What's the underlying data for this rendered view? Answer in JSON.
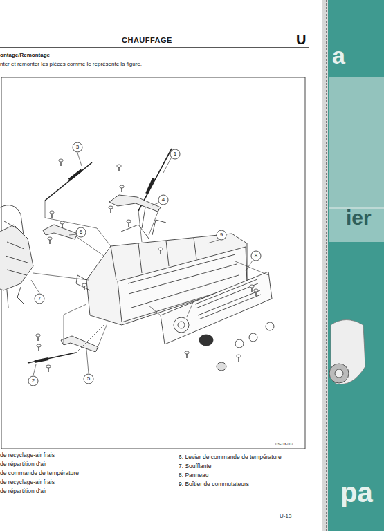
{
  "diagram": {
    "title": "CHAUFFAGE",
    "labels": [
      "U",
      "ontage/Remontage",
      "nter et remonter les pièces comme le représente la figure.",
      "3",
      "1",
      "4",
      "6",
      "9",
      "8",
      "7",
      "2",
      "5",
      "03EUX-007",
      "de recyclage-air frais",
      "de répartition d'air",
      "de commande de température",
      "de recyclage-air frais",
      "de répartition d'air",
      "6. Levier de commande de température",
      "7. Soufflante",
      "8. Panneau",
      "9. Boîtier de commutateurs",
      "U-13",
      "a",
      "ier",
      "pa"
    ]
  }
}
